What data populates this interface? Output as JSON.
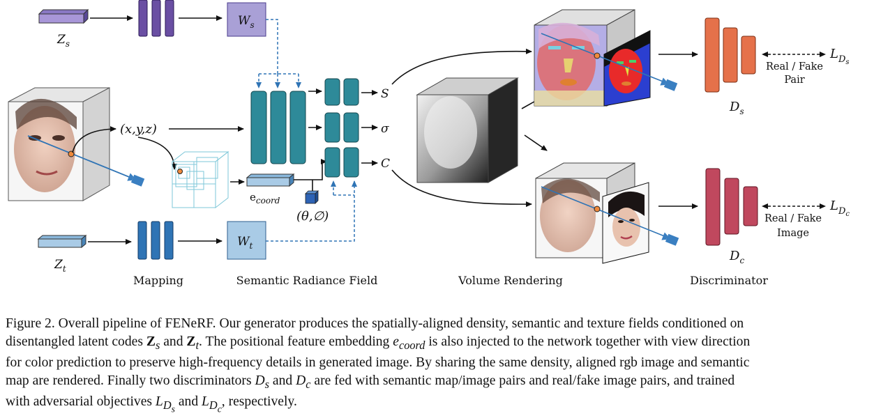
{
  "labels": {
    "zs": "Z",
    "zs_sub": "s",
    "zt": "Z",
    "zt_sub": "t",
    "ws": "W",
    "ws_sub": "s",
    "wt": "W",
    "wt_sub": "t",
    "xyz": "(x,y,z)",
    "ecoord": "e",
    "ecoord_sub": "coord",
    "theta_phi": "(θ,∅)",
    "out_s": "S",
    "out_sigma": "σ",
    "out_c": "C",
    "ds": "D",
    "ds_sub": "s",
    "dc": "D",
    "dc_sub": "c",
    "lds": "L",
    "lds_sub": "D",
    "lds_subsub": "s",
    "ldc": "L",
    "ldc_sub": "D",
    "ldc_subsub": "c",
    "pair_top_1": "Real / Fake",
    "pair_top_2": "Pair",
    "pair_bot_1": "Real / Fake",
    "pair_bot_2": "Image"
  },
  "stages": {
    "mapping": "Mapping",
    "srf": "Semantic Radiance Field",
    "volume": "Volume Rendering",
    "disc": "Discriminator"
  },
  "colors": {
    "purple": "#6a4fa3",
    "blue_mapping": "#2f74b5",
    "teal": "#2e8a99",
    "orange": "#e5714a",
    "crimson": "#c0485e",
    "ws_fill": "#a9a0d6",
    "wt_fill": "#a9cbe6",
    "camera": "#3a7fc1",
    "ray": "#2f74b5"
  },
  "caption": {
    "line1": "Figure 2. Overall pipeline of FENeRF. Our generator produces the spatially-aligned density, semantic and texture fields conditioned on",
    "line2a": "disentangled latent codes ",
    "zs": "Z",
    "zs_sub": "s",
    "line2b": " and ",
    "zt": "Z",
    "zt_sub": "t",
    "line2c": ". The positional feature embedding ",
    "e": "e",
    "e_sub": "coord",
    "line2d": " is also injected to the network together with view direction",
    "line3": "for color prediction to preserve high-frequency details in generated image. By sharing the same density, aligned rgb image and semantic",
    "line4a": "map are rendered. Finally two discriminators ",
    "ds": "D",
    "ds_sub": "s",
    "line4b": " and ",
    "dc": "D",
    "dc_sub": "c",
    "line4c": " are fed with semantic map/image pairs and real/fake image pairs, and trained",
    "line5a": "with adversarial objectives ",
    "l1": "L",
    "l1_sub": "D",
    "l1_subsub": "s",
    "line5b": " and ",
    "l2": "L",
    "l2_sub": "D",
    "l2_subsub": "c",
    "line5c": ", respectively."
  }
}
